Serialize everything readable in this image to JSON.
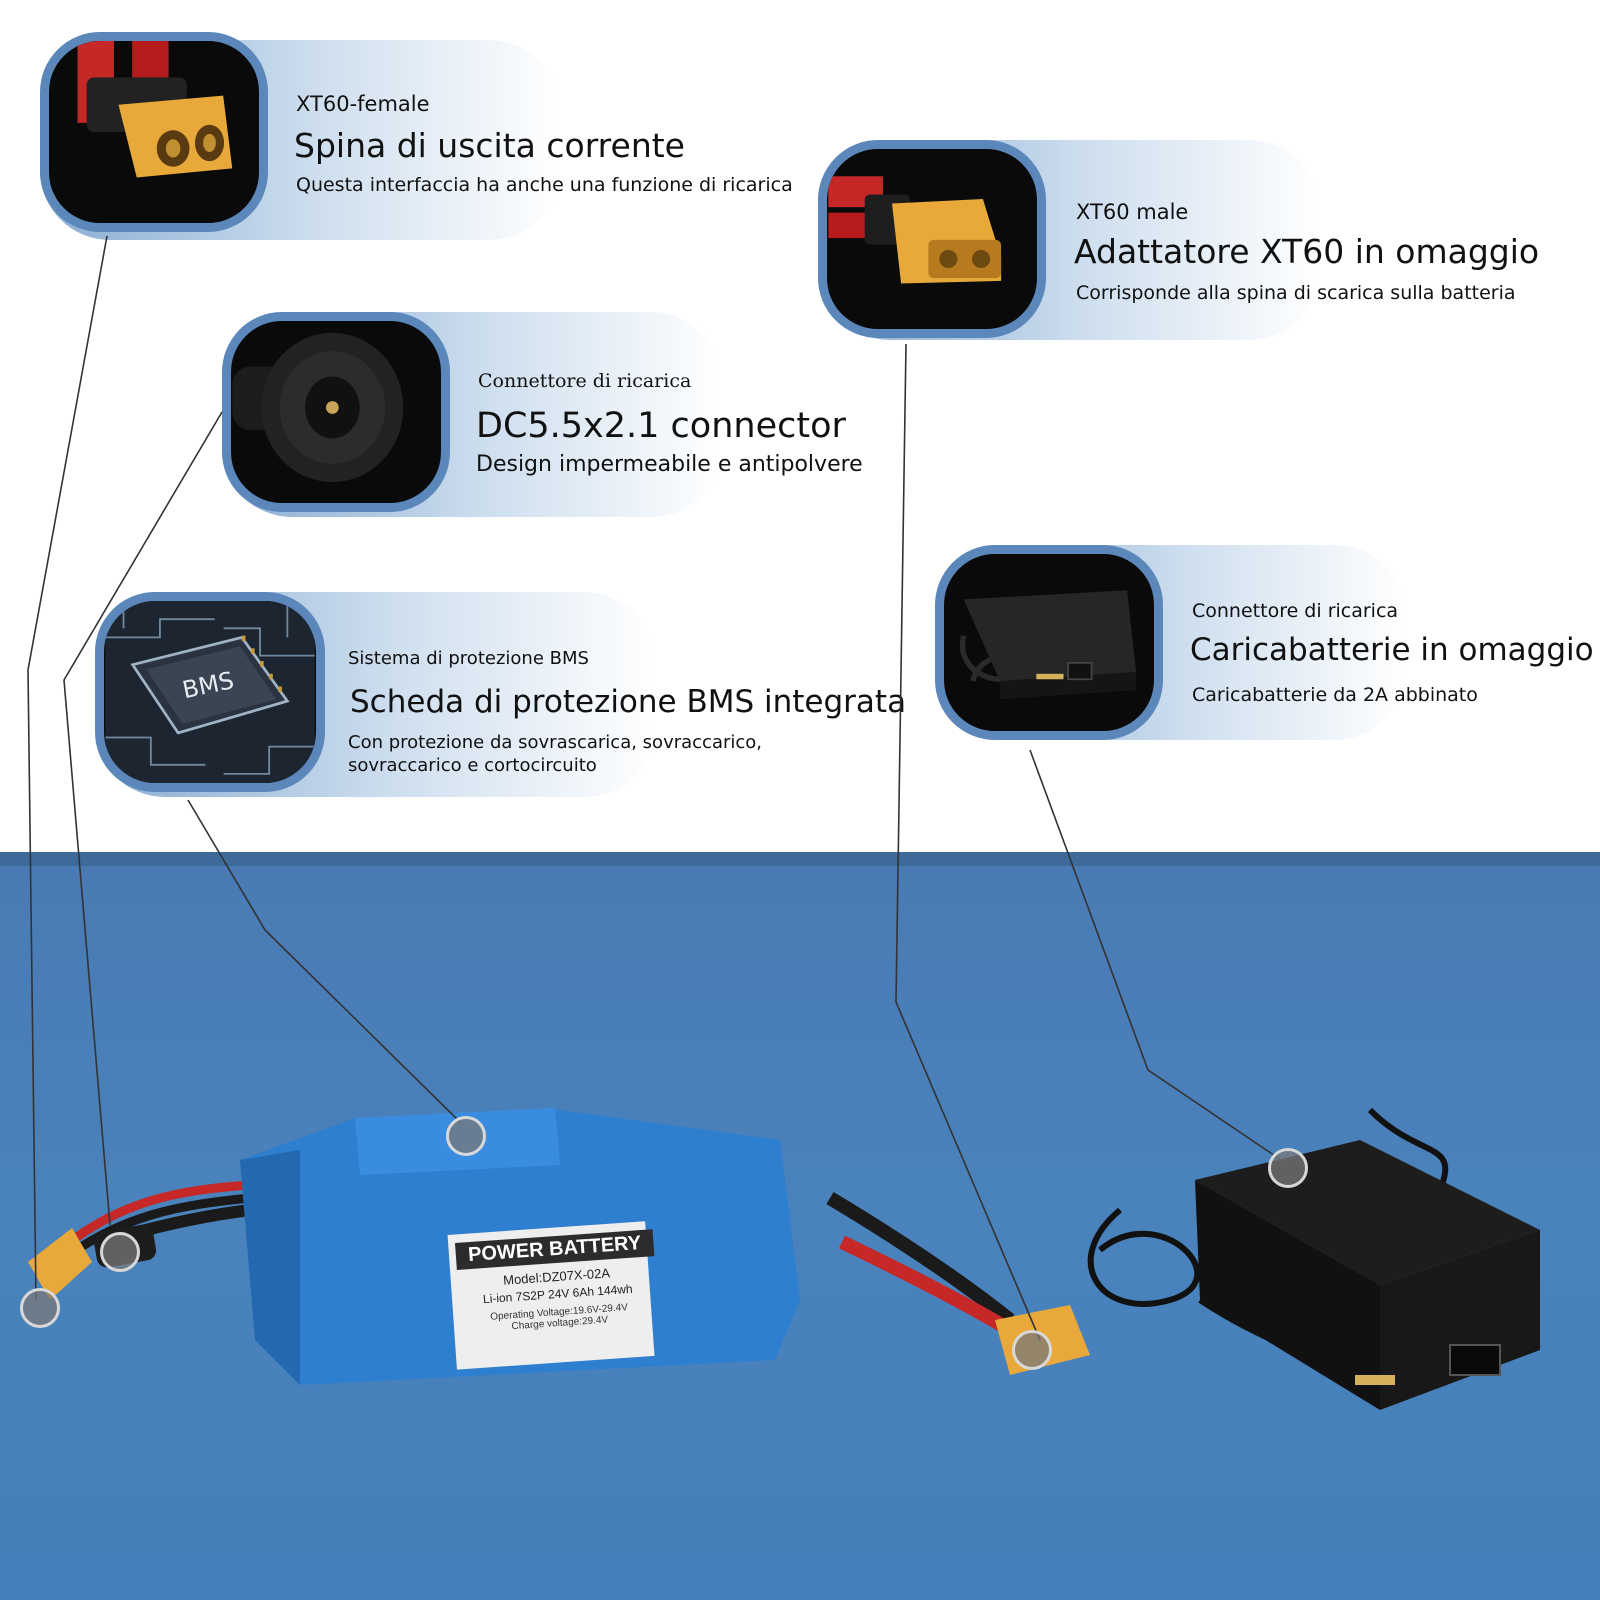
{
  "callouts": [
    {
      "id": "xt60-female",
      "label": "XT60-female",
      "title": "Spina di uscita corrente",
      "desc": "Questa interfaccia ha anche una funzione di ricarica"
    },
    {
      "id": "xt60-male",
      "label": "XT60 male",
      "title": "Adattatore XT60 in omaggio",
      "desc": "Corrisponde alla spina di scarica sulla batteria"
    },
    {
      "id": "dc-connector",
      "label": "Connettore di ricarica",
      "title": "DC5.5x2.1 connector",
      "desc": "Design impermeabile e antipolvere"
    },
    {
      "id": "charger",
      "label": "Connettore di ricarica",
      "title": "Caricabatterie in omaggio",
      "desc": "Caricabatterie da 2A abbinato"
    },
    {
      "id": "bms",
      "label": "Sistema di protezione BMS",
      "title": "Scheda di protezione BMS integrata",
      "desc": "Con protezione da sovrascarica, sovraccarico,",
      "desc2": "sovraccarico e cortocircuito"
    }
  ],
  "thumbs": {
    "bms_chip": "BMS"
  },
  "battery": {
    "brand": "POWER BATTERY",
    "model": "Model:DZ07X-02A",
    "spec": "Li-ion 7S2P 24V 6Ah 144wh",
    "operating": "Operating Voltage:19.6V-29.4V",
    "charge": "Charge voltage:29.4V"
  },
  "colors": {
    "accent": "#4a80bb",
    "connector": "#e8a93a",
    "battery": "#2f7fd0"
  }
}
